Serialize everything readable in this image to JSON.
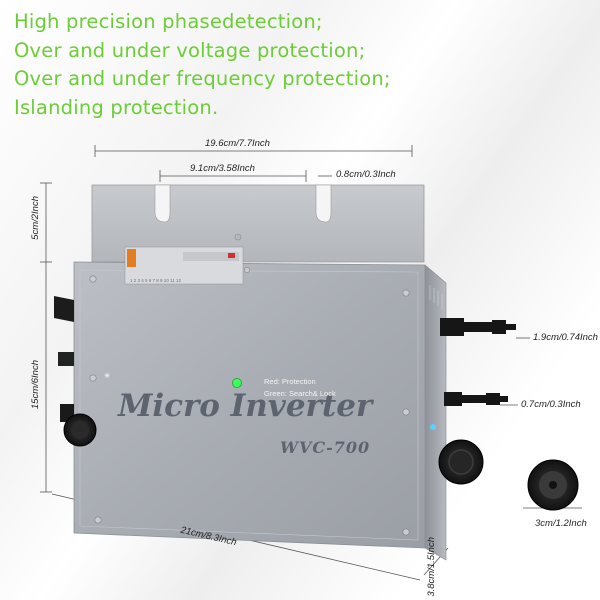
{
  "features": [
    "High precision phasedetection;",
    "Over and under voltage protection;",
    "Over and under frequency protection;",
    "Islanding protection."
  ],
  "dimensions": {
    "total_width": "19.6cm/7.7Inch",
    "slot_spacing": "9.1cm/3.58Inch",
    "slot_width": "0.8cm/0.3Inch",
    "bracket_height": "5cm/2Inch",
    "body_height": "15cm/6Inch",
    "body_length": "21cm/8.3Inch",
    "depth": "3.8cm/1.5Inch",
    "connector_a": "1.9cm/0.74Inch",
    "connector_b": "0.7cm/0.3Inch",
    "cap_diameter": "3cm/1.2Inch"
  },
  "product": {
    "name": "Micro Inverter",
    "model": "WVC-700",
    "led_red": "Red: Protection",
    "led_green": "Green: Search& Lock"
  },
  "colors": {
    "headline": "#6ccd36",
    "panel": "#a9adb4",
    "panel_text": "#5d6470",
    "led": "#3cff5a"
  }
}
